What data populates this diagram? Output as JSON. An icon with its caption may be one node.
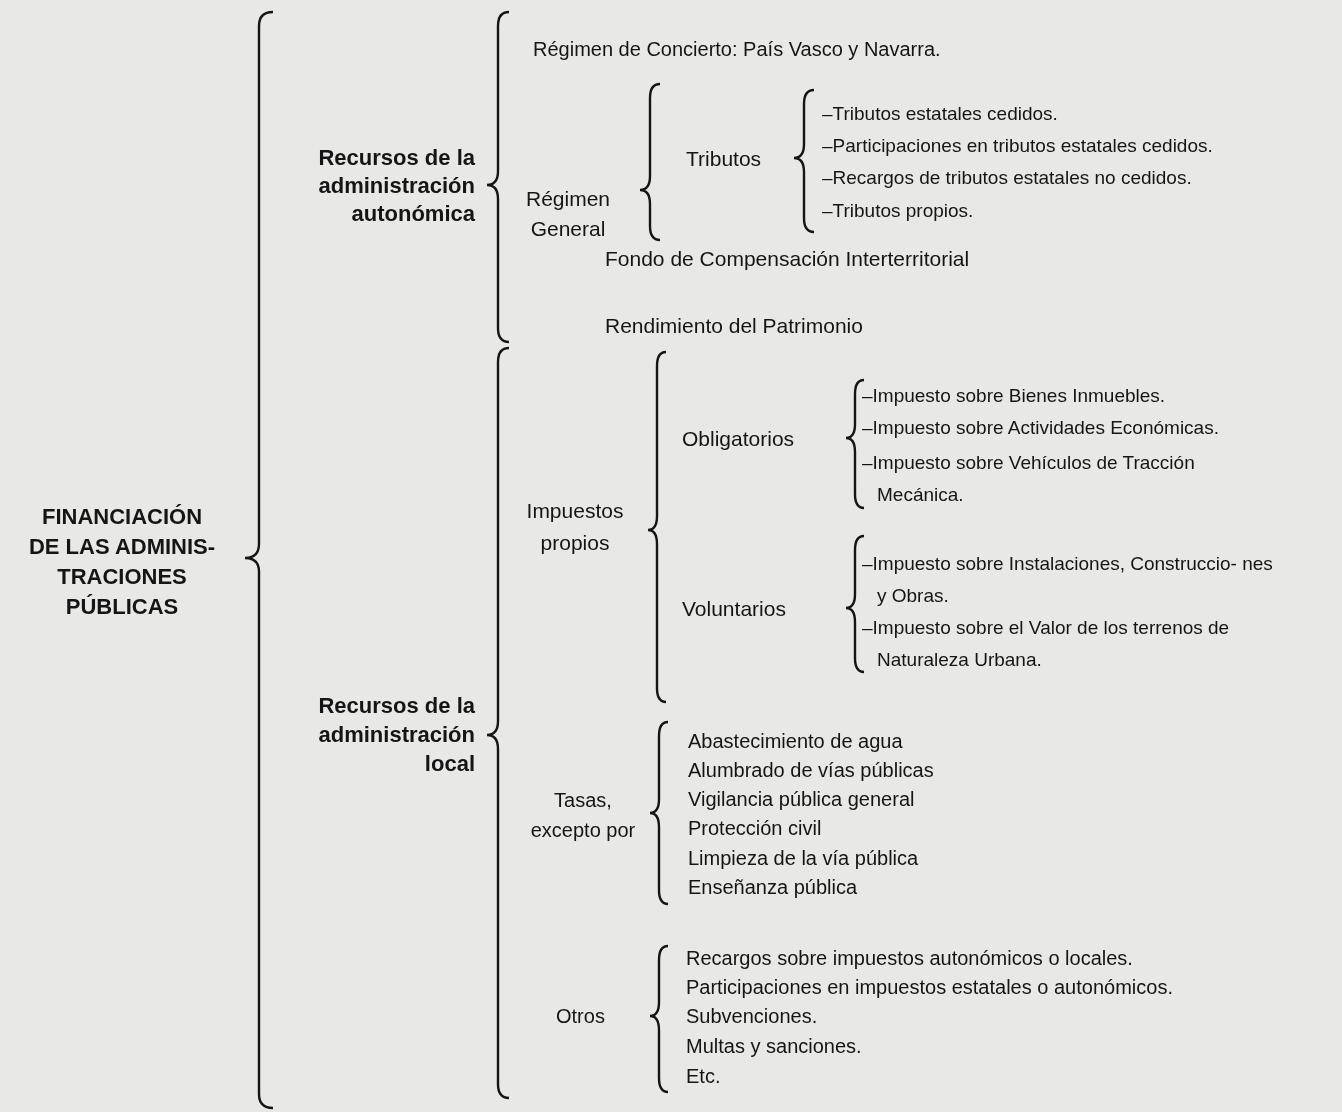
{
  "diagram": {
    "labels": [
      "Régimen de Concierto: País Vasco y Navarra.",
      "–Tributos estatales cedidos.",
      "–Participaciones en tributos estatales cedidos.",
      "Tributos",
      "Recursos de la administración autonómica",
      "–Recargos de tributos estatales no cedidos.",
      "Régimen General",
      "–Tributos propios.",
      "Fondo de Compensación Interterritorial",
      "Rendimiento del Patrimonio",
      "–Impuesto sobre Bienes Inmuebles.",
      "Obligatorios",
      "–Impuesto sobre Actividades Económicas.",
      "–Impuesto sobre Vehículos de Tracción Mecánica.",
      "Impuestos propios",
      "FINANCIACIÓN DE LAS ADMINIS- TRACIONES PÚBLICAS",
      "–Impuesto sobre Instalaciones, Construccio- nes y Obras.",
      "Voluntarios",
      "–Impuesto sobre el Valor de los terrenos de Naturaleza Urbana.",
      "Recursos de la administración local",
      "Abastecimiento de agua",
      "Alumbrado de vías públicas",
      "Tasas, excepto por",
      "Vigilancia pública general",
      "Protección civil",
      "Limpieza de la vía pública",
      "Enseñanza pública",
      "Recargos sobre impuestos autonómicos o locales.",
      "Participaciones en impuestos estatales o autonómicos.",
      "Otros",
      "Subvenciones.",
      "Multas y sanciones.",
      "Etc."
    ]
  }
}
